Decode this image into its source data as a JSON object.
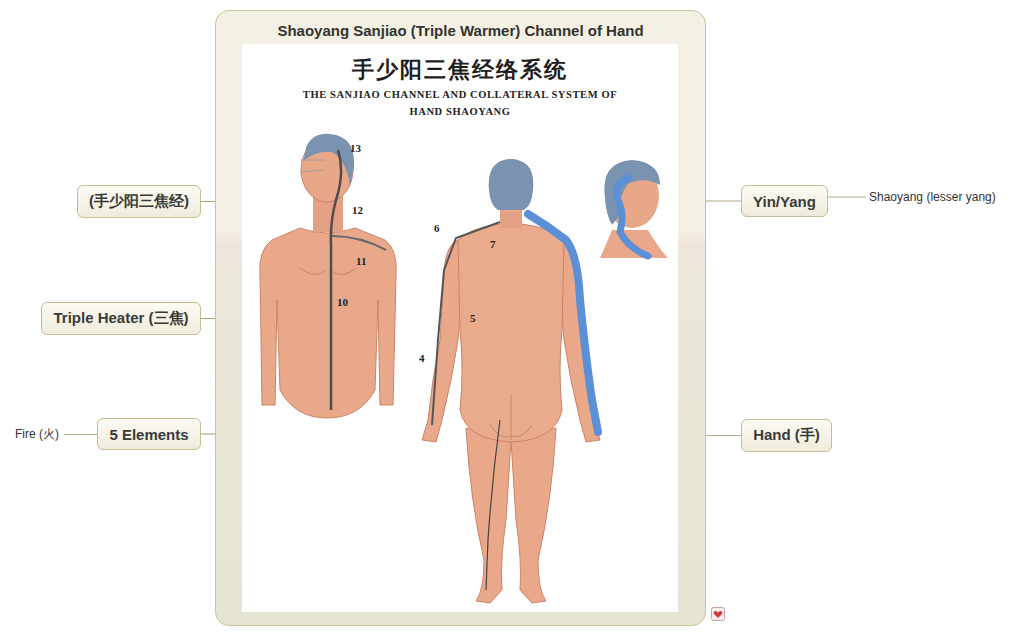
{
  "diagram": {
    "nodes": [
      {
        "text": [
          "Shaoyang Sanjiao (Triple Warmer) Channel of Hand"
        ]
      },
      {
        "text": [
          "(手少阳三焦经)"
        ]
      },
      {
        "text": [
          "Triple Heater (三焦)"
        ]
      },
      {
        "text": [
          "5 Elements"
        ]
      },
      {
        "text": [
          "Fire (火)"
        ]
      },
      {
        "text": [
          "Yin/Yang"
        ]
      },
      {
        "text": [
          "Shaoyang (lesser yang)"
        ]
      },
      {
        "text": [
          "Hand (手)"
        ]
      }
    ],
    "edges": [
      {
        "from": 0,
        "to": 1,
        "arrow": "none"
      },
      {
        "from": 0,
        "to": 2,
        "arrow": "none"
      },
      {
        "from": 0,
        "to": 3,
        "arrow": "none"
      },
      {
        "from": 3,
        "to": 4,
        "arrow": "none"
      },
      {
        "from": 0,
        "to": 5,
        "arrow": "none"
      },
      {
        "from": 5,
        "to": 6,
        "arrow": "none"
      },
      {
        "from": 0,
        "to": 7,
        "arrow": "none"
      }
    ],
    "labels": [
      "手少阳三焦经络系统",
      "THE SANJIAO CHANNEL AND COLLATERAL SYSTEM OF HAND SHAOYANG",
      "13",
      "12",
      "11",
      "10",
      "6",
      "7",
      "5",
      "4"
    ]
  }
}
